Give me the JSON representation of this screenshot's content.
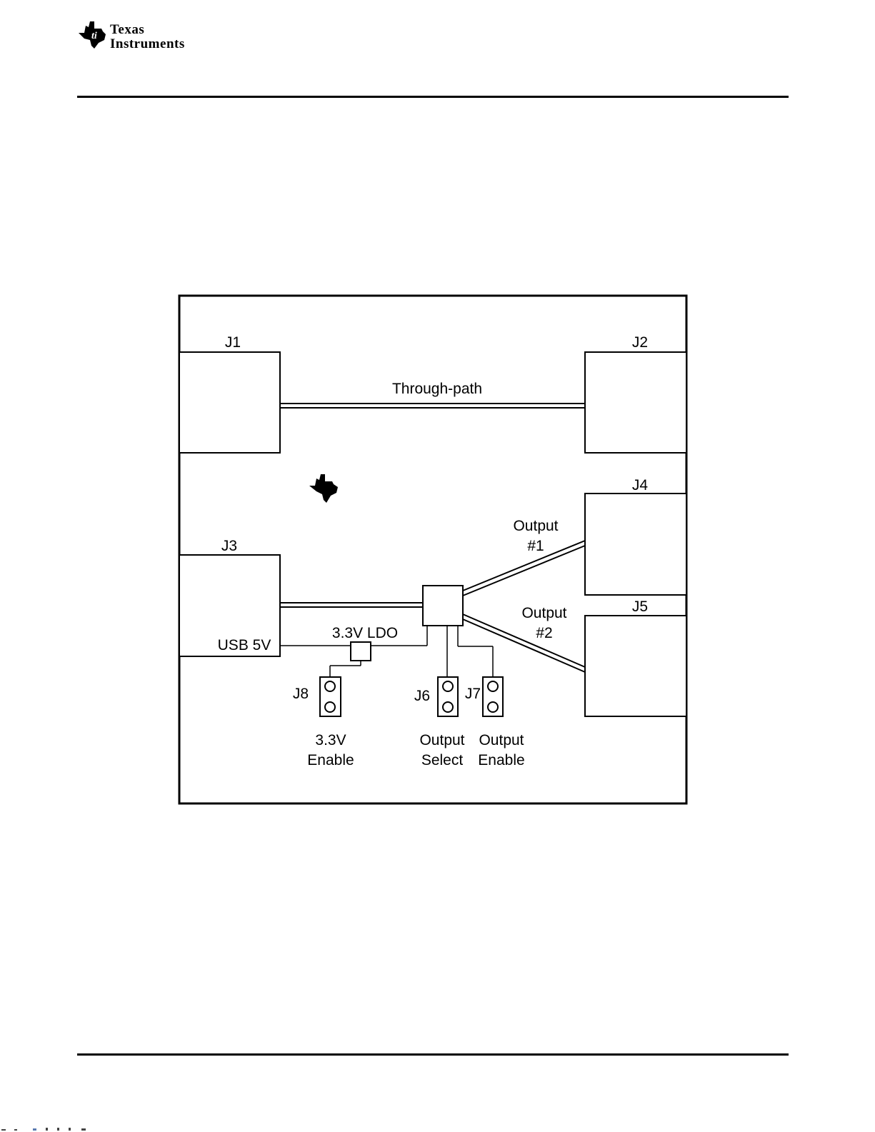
{
  "header": {
    "logo_line1": "Texas",
    "logo_line2": "Instruments"
  },
  "diagram": {
    "connectors": {
      "j1": "J1",
      "j2": "J2",
      "j3": "J3",
      "j4": "J4",
      "j5": "J5",
      "j6": "J6",
      "j7": "J7",
      "j8": "J8"
    },
    "labels": {
      "through_path": "Through-path",
      "output1_line1": "Output",
      "output1_line2": "#1",
      "output2_line1": "Output",
      "output2_line2": "#2",
      "usb_5v": "USB 5V",
      "ldo": "3.3V LDO",
      "enable33_line1": "3.3V",
      "enable33_line2": "Enable",
      "out_select_line1": "Output",
      "out_select_line2": "Select",
      "out_enable_line1": "Output",
      "out_enable_line2": "Enable"
    }
  }
}
